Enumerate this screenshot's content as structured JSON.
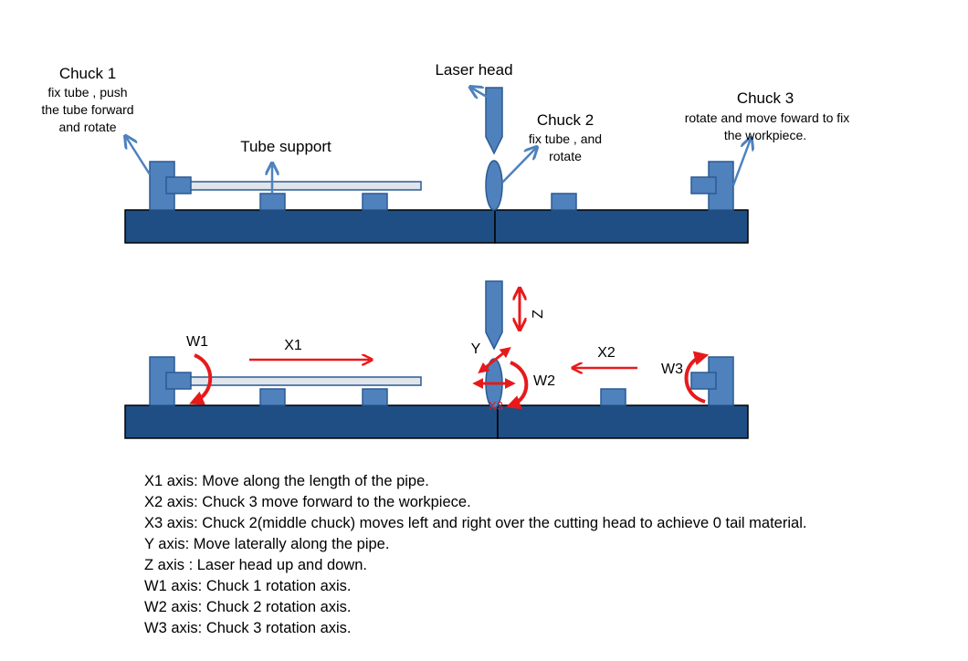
{
  "colors": {
    "bed": "#1f4e84",
    "part": "#4f81bd",
    "part_stroke": "#2a5a94",
    "tube": "#dfe5ea",
    "arrow_blue": "#4f81bd",
    "arrow_red": "#e8191b"
  },
  "top_view": {
    "chuck1": {
      "title": "Chuck 1",
      "desc": [
        "fix tube , push",
        "the tube forward",
        "and rotate"
      ]
    },
    "tube_support": "Tube support",
    "laser_head": "Laser head",
    "chuck2": {
      "title": "Chuck 2",
      "desc": [
        "fix tube , and",
        "rotate"
      ]
    },
    "chuck3": {
      "title": "Chuck 3",
      "desc": [
        "rotate and move foward to fix",
        "the workpiece."
      ]
    }
  },
  "bottom_view": {
    "axes": {
      "z": "Z",
      "y": "Y",
      "x1": "X1",
      "x2": "X2",
      "x3": "X3",
      "w1": "W1",
      "w2": "W2",
      "w3": "W3"
    }
  },
  "axis_descriptions": [
    "X1 axis: Move along the length of the pipe.",
    "X2 axis: Chuck 3 move forward to the workpiece.",
    "X3 axis: Chuck 2(middle chuck) moves left and right over the cutting head to achieve 0 tail material.",
    "Y axis: Move laterally along the pipe.",
    "Z axis : Laser head up and down.",
    "W1 axis: Chuck 1 rotation axis.",
    "W2 axis: Chuck 2 rotation axis.",
    "W3 axis: Chuck 3 rotation axis."
  ]
}
